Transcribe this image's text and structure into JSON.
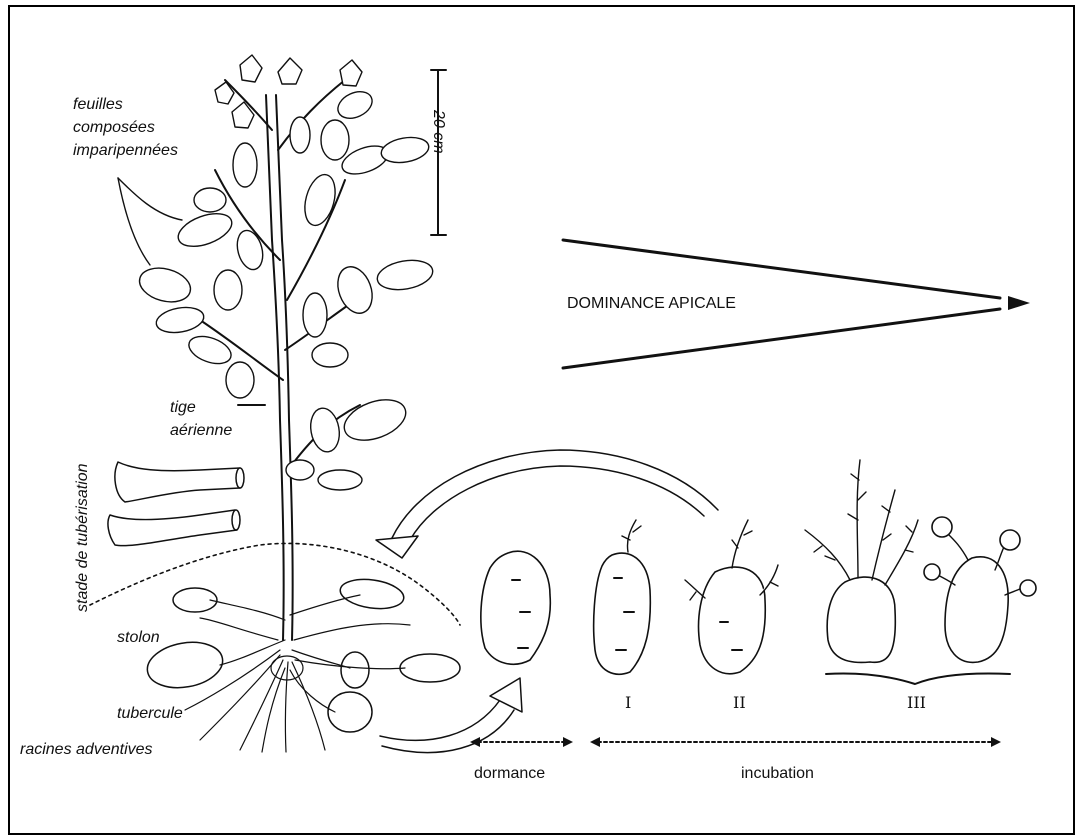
{
  "labels": {
    "leaves": [
      "feuilles",
      "composées",
      "imparipennées"
    ],
    "scale": "20 cm",
    "apical": "DOMINANCE APICALE",
    "stem": [
      "tige",
      "aérienne"
    ],
    "tuber_stage": "stade de tubérisation",
    "stolon": "stolon",
    "tuber": "tubercule",
    "roots": "racines adventives",
    "stage_1": "I",
    "stage_2": "II",
    "stage_3": "III",
    "dormancy": "dormance",
    "incubation": "incubation"
  }
}
